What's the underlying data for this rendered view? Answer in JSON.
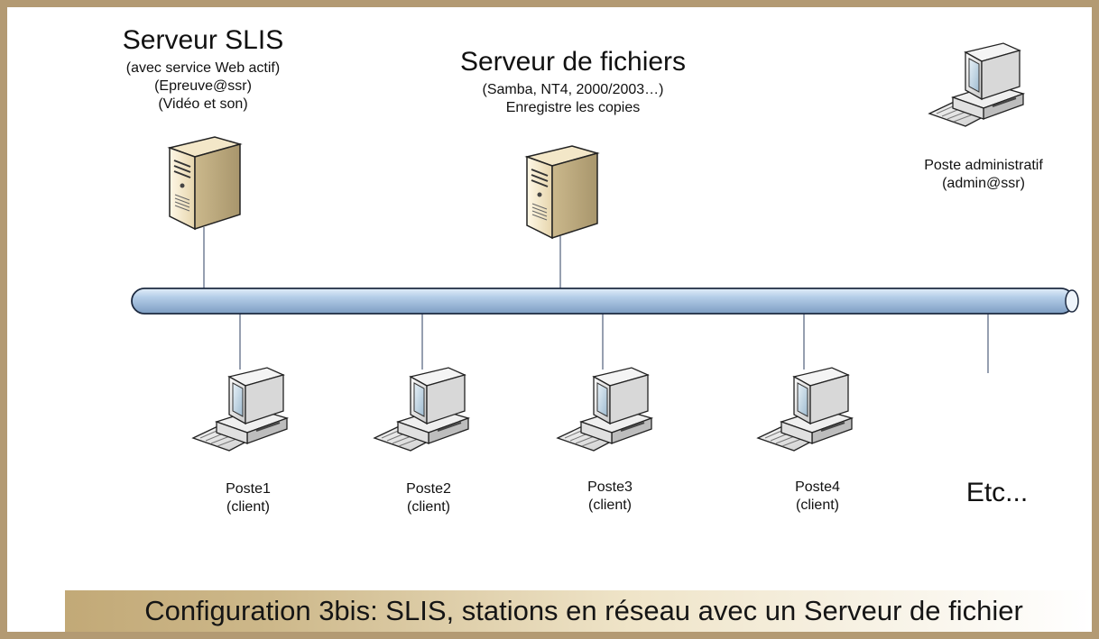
{
  "diagram": {
    "slis_server": {
      "title": "Serveur SLIS",
      "details": "(avec service Web actif)\n(Epreuve@ssr)\n(Vidéo et son)",
      "icon": "server-tower-icon"
    },
    "file_server": {
      "title": "Serveur de fichiers",
      "details": "(Samba, NT4, 2000/2003…)\nEnregistre les copies",
      "icon": "server-tower-icon"
    },
    "admin_station": {
      "label": "Poste administratif\n(admin@ssr)",
      "icon": "desktop-computer-icon"
    },
    "clients": [
      {
        "label": "Poste1\n(client)",
        "icon": "desktop-computer-icon"
      },
      {
        "label": "Poste2\n(client)",
        "icon": "desktop-computer-icon"
      },
      {
        "label": "Poste3\n(client)",
        "icon": "desktop-computer-icon"
      },
      {
        "label": "Poste4\n(client)",
        "icon": "desktop-computer-icon"
      }
    ],
    "etc_label": "Etc...",
    "bus_color": "#a9c4e2",
    "frame_color": "#b39a73"
  },
  "footer": {
    "caption": "Configuration 3bis: SLIS, stations en réseau avec un Serveur de fichier"
  }
}
